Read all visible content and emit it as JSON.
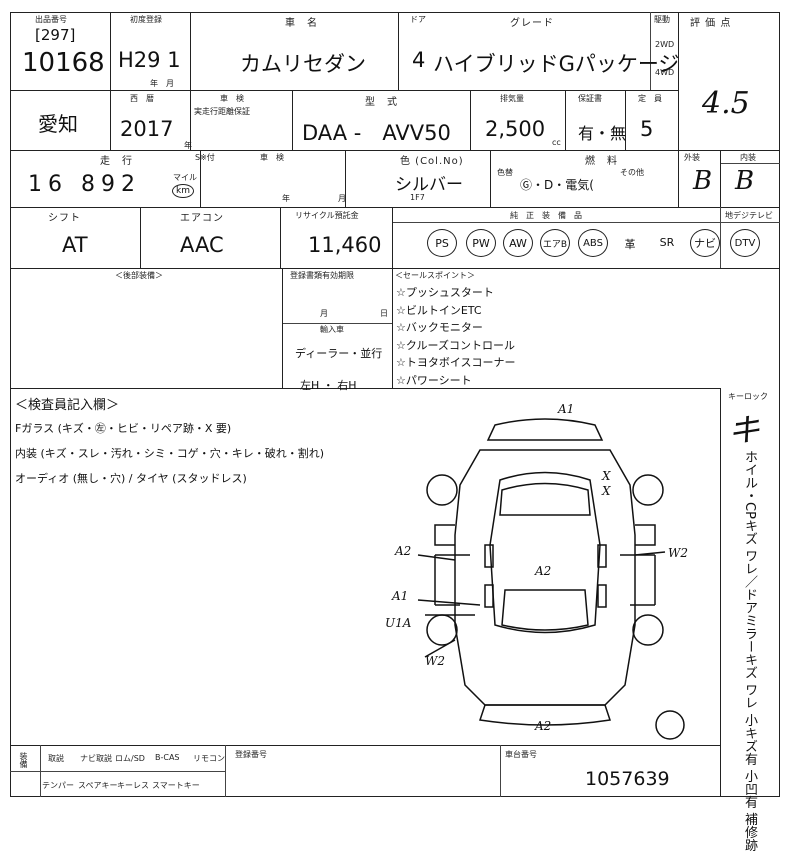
{
  "labels": {
    "lot": "出品番号",
    "first_registration": "初度登録",
    "year_month": "年　月",
    "car_name": "車　名",
    "door": "ドア",
    "grade": "グレード",
    "drive": "駆動",
    "score": "評 価 点",
    "western_year": "西　暦",
    "year_suffix": "年",
    "inspection": "車　検",
    "inspection_note": "実走行距離保証",
    "type": "型　式",
    "displacement": "排気量",
    "cc": "cc",
    "warranty": "保証書",
    "capacity": "定　員",
    "mileage": "走　行",
    "swap": "S※付",
    "mile": "マイル",
    "shaken": "車　検",
    "month": "月",
    "day": "日",
    "color": "色 (Col.No)",
    "fuel": "燃　料",
    "fuel_tag": "色替",
    "other": "その他",
    "exterior": "外装",
    "interior": "内装",
    "shift": "シフト",
    "aircon": "エアコン",
    "recycle": "リサイクル預託金",
    "equipment": "純　正　装　備　品",
    "hdd": "地デジテレビ",
    "extras": "＜後部装備＞",
    "valid_until": "登録書類有効期限",
    "import": "輸入車",
    "selling_points": "＜セールスポイント＞",
    "key": "キーロック",
    "equip_footer": "装備",
    "cert_number": "登録番号",
    "chassis": "車台番号"
  },
  "row1": {
    "lot_prefix": "[297]",
    "lot_number": "10168",
    "first_registration": "H29 1",
    "car_name": "カムリセダン",
    "doors": "4",
    "grade": "ハイブリッドGパッケージ",
    "drive_2wd": "2WD",
    "drive_4wd": "4WD",
    "score": "4.5"
  },
  "row2": {
    "region": "愛知",
    "year": "2017",
    "model_code": "DAA -　AVV50",
    "displacement": "2,500",
    "warranty": "有・無",
    "capacity": "5"
  },
  "row3": {
    "mileage": "16 892",
    "km": "km",
    "color": "シルバー",
    "color_code": "1F7",
    "fuel": "Ⓖ・D・電気(",
    "exterior": "B",
    "interior": "B"
  },
  "row4": {
    "shift": "AT",
    "aircon": "AAC",
    "recycle": "11,460",
    "equip": [
      "PS",
      "PW",
      "AW",
      "エアB",
      "ABS",
      "革",
      "SR",
      "ナビ",
      "DTV"
    ]
  },
  "row5": {
    "import_dealer": "ディーラー・並行",
    "handle": "左H ・ 右H"
  },
  "selling_points": [
    "☆プッシュスタート",
    "☆ビルトインETC",
    "☆バックモニター",
    "☆クルーズコントロール",
    "☆トヨタボイスコーナー",
    "☆パワーシート"
  ],
  "inspector": {
    "heading": "＜検査員記入欄＞",
    "lines": [
      "Fガラス (キズ・㊧・ヒビ・リペア跡・X 要)",
      "内装 (キズ・スレ・汚れ・シミ・コゲ・穴・キレ・破れ・割れ)",
      "オーディオ (無し・穴) / タイヤ (スタッドレス)"
    ]
  },
  "key_column": {
    "type": "キ",
    "notes": "ホイル・CPキズ ワレ／ドアミラーキズ ワレ 小キズ有 小凹有 補修跡"
  },
  "diagram_marks": {
    "front": "A1",
    "left_fender": "A2",
    "left_door": "A1",
    "left_sill": "U1A",
    "left_rear": "W2",
    "roof": "A2",
    "right_door": "W2",
    "rear": "A2",
    "x_top": "X",
    "x_bottom": "X"
  },
  "footer": {
    "row1": [
      "取説",
      "ナビ取説",
      "ロム/SD",
      "B-CAS",
      "リモコン"
    ],
    "row2": [
      "テンパー",
      "スペアキー",
      "キーレス",
      "スマートキー"
    ],
    "chassis_number": "1057639"
  }
}
